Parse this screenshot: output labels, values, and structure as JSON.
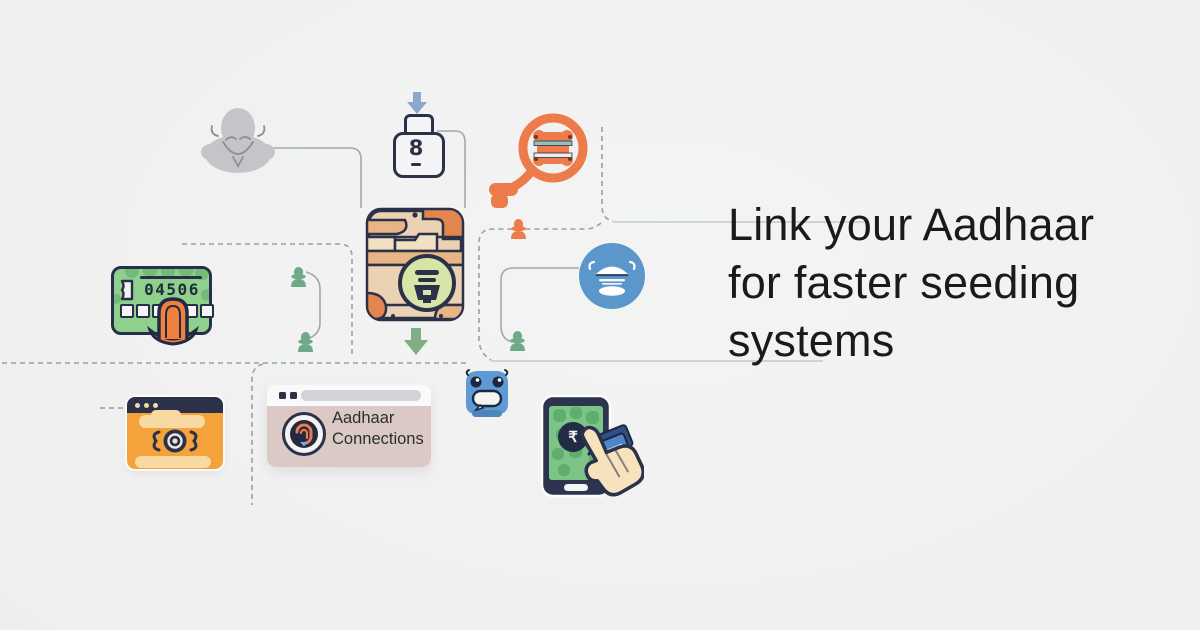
{
  "headline": {
    "lines": [
      "Link your Aadhaar",
      "for faster seeding",
      "systems"
    ],
    "color": "#1a1a1a"
  },
  "aadhaar_card": {
    "number": "04506"
  },
  "padlock": {
    "digit": "8"
  },
  "connections_window": {
    "title_lines": [
      "Aadhaar",
      "Connections"
    ]
  },
  "phone": {
    "currency_symbol": "₹"
  },
  "palette": {
    "navy": "#2b3149",
    "orange_accent": "#ee7b4b",
    "amber_browser": "#f3a23c",
    "card_green": "#8fd08c",
    "circle_blue": "#5b97cb",
    "robot_blue": "#5e9bd4",
    "phone_screen_green": "#7cc487",
    "hand_cream": "#f6e3bd",
    "panel_pink": "#dbc9c5",
    "connector_gray": "#9aa0a6",
    "background": "#eeefee"
  },
  "icons": {
    "person-silhouette-icon": "gray bowed-head figure",
    "lock-icon": "padlock with digit",
    "download-arrow-icon": "blue arrow pointing down into lock",
    "chip-badge-icon": "orange ring with circuit chip",
    "pipe-connector-icon": "orange elbow pipe",
    "bank-circle-icon": "blue circle with white emblem",
    "fingerprint-card-icon": "green card with number and orange fingerprint arch",
    "id-card-icon": "camouflage card with green seal circle",
    "down-arrow-icon": "green arrow below card",
    "money-browser-icon": "orange browser window with coin emblem",
    "fingerprint-badge-icon": "navy badge with orange fingerprint",
    "chat-robot-icon": "blue robot head with speech bubble",
    "payment-phone-icon": "phone with rupee and pointing hand",
    "user-node-icon": "small hat-person markers (green/orange)"
  }
}
